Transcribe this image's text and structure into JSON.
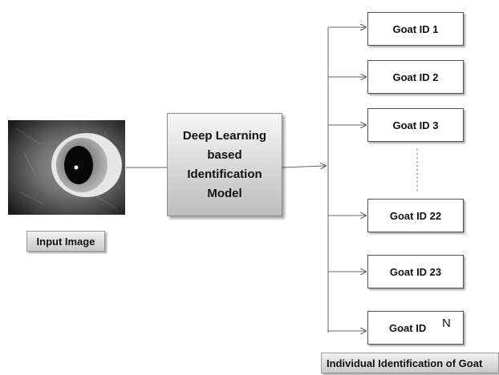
{
  "input": {
    "label": "Input Image"
  },
  "model": {
    "lines": [
      "Deep Learning",
      "based",
      "Identification",
      "Model"
    ]
  },
  "goats": [
    {
      "label": "Goat ID 1"
    },
    {
      "label": "Goat ID 2"
    },
    {
      "label": "Goat ID 3"
    },
    {
      "label": "Goat ID 22"
    },
    {
      "label": "Goat ID 23"
    },
    {
      "label": "Goat ID",
      "suffix": "N"
    }
  ],
  "output": {
    "label": "Individual Identification of Goat"
  }
}
